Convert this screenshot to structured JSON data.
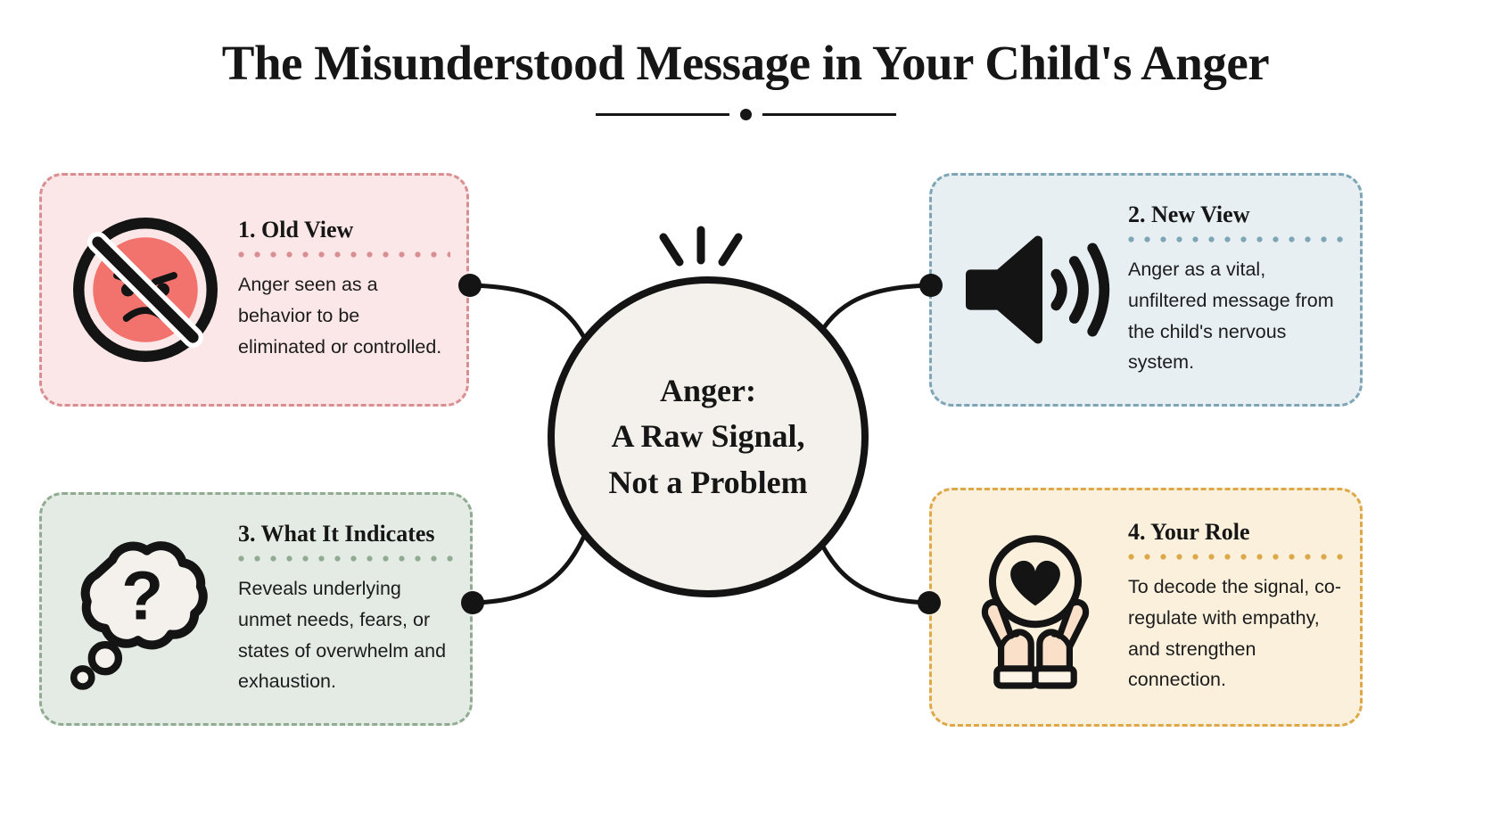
{
  "title": {
    "text": "The Misunderstood Message in Your Child's Anger",
    "divider_icon": "dot-divider-ornament"
  },
  "hub": {
    "text": "Anger:\nA Raw Signal,\nNot a Problem",
    "fill_color": "#f4f1ec",
    "stroke_color": "#141414",
    "spark_icon": "emphasis-sparks-icon"
  },
  "cards": [
    {
      "id": "card-1",
      "heading": "1. Old View",
      "body": "Anger seen as a behavior to be eliminated or controlled.",
      "icon": "no-anger-prohibited-icon",
      "accent_color": "#d98e92",
      "background_color": "#fbe7e7"
    },
    {
      "id": "card-2",
      "heading": "2. New View",
      "body": "Anger as a vital, unfiltered message from the child's nervous system.",
      "icon": "speaker-volume-icon",
      "accent_color": "#7da5b5",
      "background_color": "#e7eff3"
    },
    {
      "id": "card-3",
      "heading": "3. What It Indicates",
      "body": "Reveals underlying unmet needs, fears, or states of overwhelm and exhaustion.",
      "icon": "thought-bubble-question-icon",
      "accent_color": "#90ab92",
      "background_color": "#e4ebe4"
    },
    {
      "id": "card-4",
      "heading": "4. Your Role",
      "body": "To decode the signal, co-regulate with empathy, and strengthen connection.",
      "icon": "hands-holding-heart-icon",
      "accent_color": "#dda848",
      "background_color": "#fbf0dc"
    }
  ],
  "connectors": {
    "node_icon": "connector-node-dot",
    "line_color": "#141414"
  }
}
